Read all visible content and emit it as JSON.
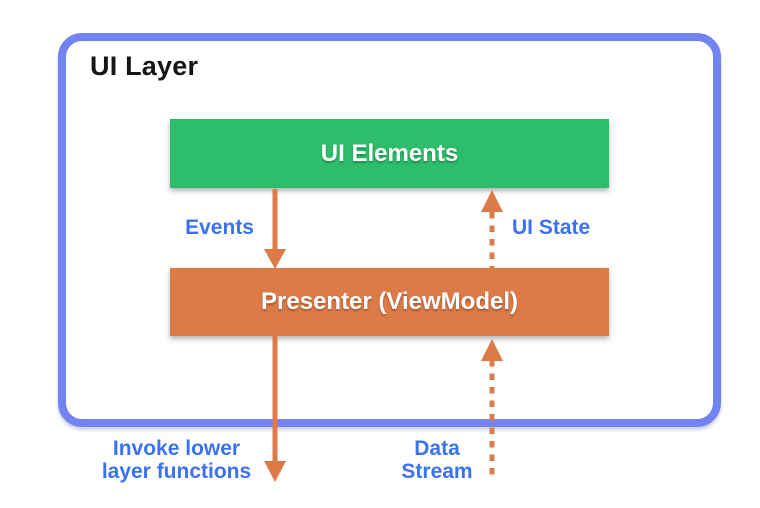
{
  "colors": {
    "border-blue": "#7384F2",
    "label-blue": "#3B72F0",
    "green": "#2DBE6C",
    "orange": "#DD7B48",
    "title-black": "#161616",
    "background": "#FFFFFF"
  },
  "diagram": {
    "container_label": "UI Layer",
    "boxes": [
      {
        "id": "ui-elements",
        "label": "UI Elements",
        "color": "#2DBE6C"
      },
      {
        "id": "presenter",
        "label": "Presenter (ViewModel)",
        "color": "#DD7B48"
      }
    ],
    "arrows": [
      {
        "id": "events",
        "label": "Events",
        "style": "solid",
        "direction": "down",
        "from": "ui-elements",
        "to": "presenter"
      },
      {
        "id": "ui-state",
        "label": "UI State",
        "style": "dashed",
        "direction": "up",
        "from": "presenter",
        "to": "ui-elements"
      },
      {
        "id": "invoke-lower-layer",
        "label": "Invoke lower layer functions",
        "style": "solid",
        "direction": "down",
        "from": "presenter",
        "to": "outside-ui-layer"
      },
      {
        "id": "data-stream",
        "label": "Data Stream",
        "style": "dashed",
        "direction": "up",
        "from": "outside-ui-layer",
        "to": "presenter"
      }
    ]
  }
}
